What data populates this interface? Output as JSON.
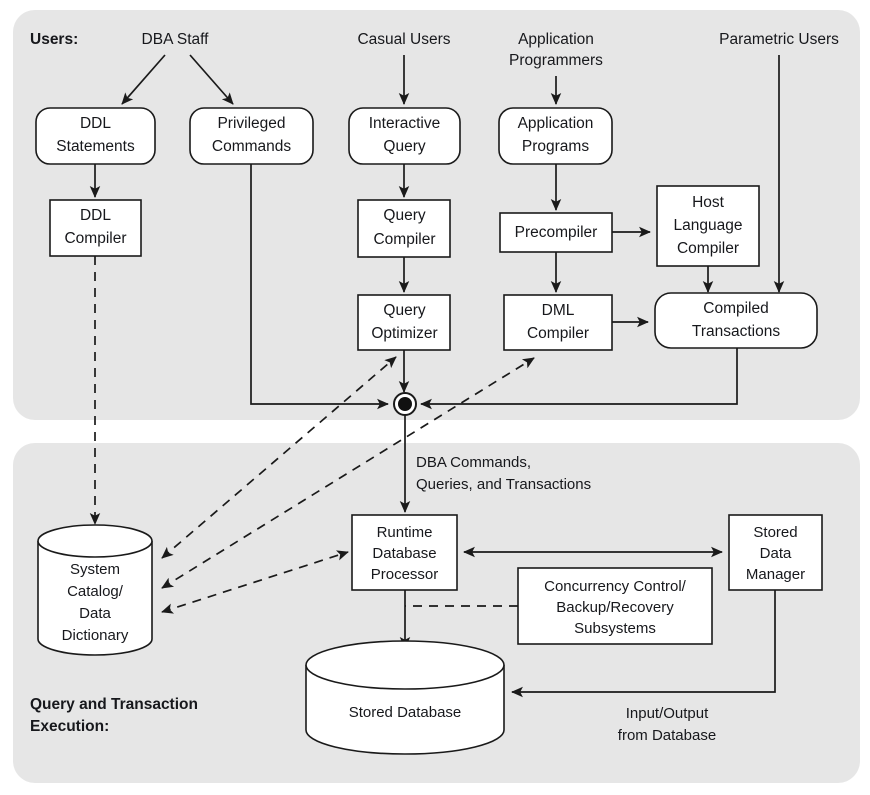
{
  "figure": {
    "panels": [
      {
        "id": "users-panel",
        "label": "Users:"
      },
      {
        "id": "execution-panel",
        "label_line1": "Query and Transaction",
        "label_line2": "Execution:"
      }
    ]
  },
  "actors": [
    {
      "id": "dba-staff",
      "label": "DBA Staff"
    },
    {
      "id": "casual-users",
      "label": "Casual Users"
    },
    {
      "id": "application-programmers",
      "label_line1": "Application",
      "label_line2": "Programmers"
    },
    {
      "id": "parametric-users",
      "label": "Parametric Users"
    }
  ],
  "nodes": {
    "ddl_statements": {
      "line1": "DDL",
      "line2": "Statements"
    },
    "privileged_commands": {
      "line1": "Privileged",
      "line2": "Commands"
    },
    "interactive_query": {
      "line1": "Interactive",
      "line2": "Query"
    },
    "application_programs": {
      "line1": "Application",
      "line2": "Programs"
    },
    "ddl_compiler": {
      "line1": "DDL",
      "line2": "Compiler"
    },
    "query_compiler": {
      "line1": "Query",
      "line2": "Compiler"
    },
    "query_optimizer": {
      "line1": "Query",
      "line2": "Optimizer"
    },
    "precompiler": {
      "line1": "Precompiler"
    },
    "host_language_compiler": {
      "line1": "Host",
      "line2": "Language",
      "line3": "Compiler"
    },
    "dml_compiler": {
      "line1": "DML",
      "line2": "Compiler"
    },
    "compiled_transactions": {
      "line1": "Compiled",
      "line2": "Transactions"
    },
    "system_catalog": {
      "line1": "System",
      "line2": "Catalog/",
      "line3": "Data",
      "line4": "Dictionary"
    },
    "runtime_database_processor": {
      "line1": "Runtime",
      "line2": "Database",
      "line3": "Processor"
    },
    "concurrency_control": {
      "line1": "Concurrency Control/",
      "line2": "Backup/Recovery",
      "line3": "Subsystems"
    },
    "stored_data_manager": {
      "line1": "Stored",
      "line2": "Data",
      "line3": "Manager"
    },
    "stored_database": {
      "line1": "Stored Database"
    }
  },
  "edge_labels": {
    "dba_commands": {
      "line1": "DBA Commands,",
      "line2": "Queries, and Transactions"
    },
    "input_output": {
      "line1": "Input/Output",
      "line2": "from Database"
    }
  },
  "colors": {
    "panel_fill": "#e6e6e6",
    "page_background": "#ffffff",
    "node_fill": "#ffffff",
    "stroke": "#1a1a1a",
    "text": "#17181c"
  }
}
